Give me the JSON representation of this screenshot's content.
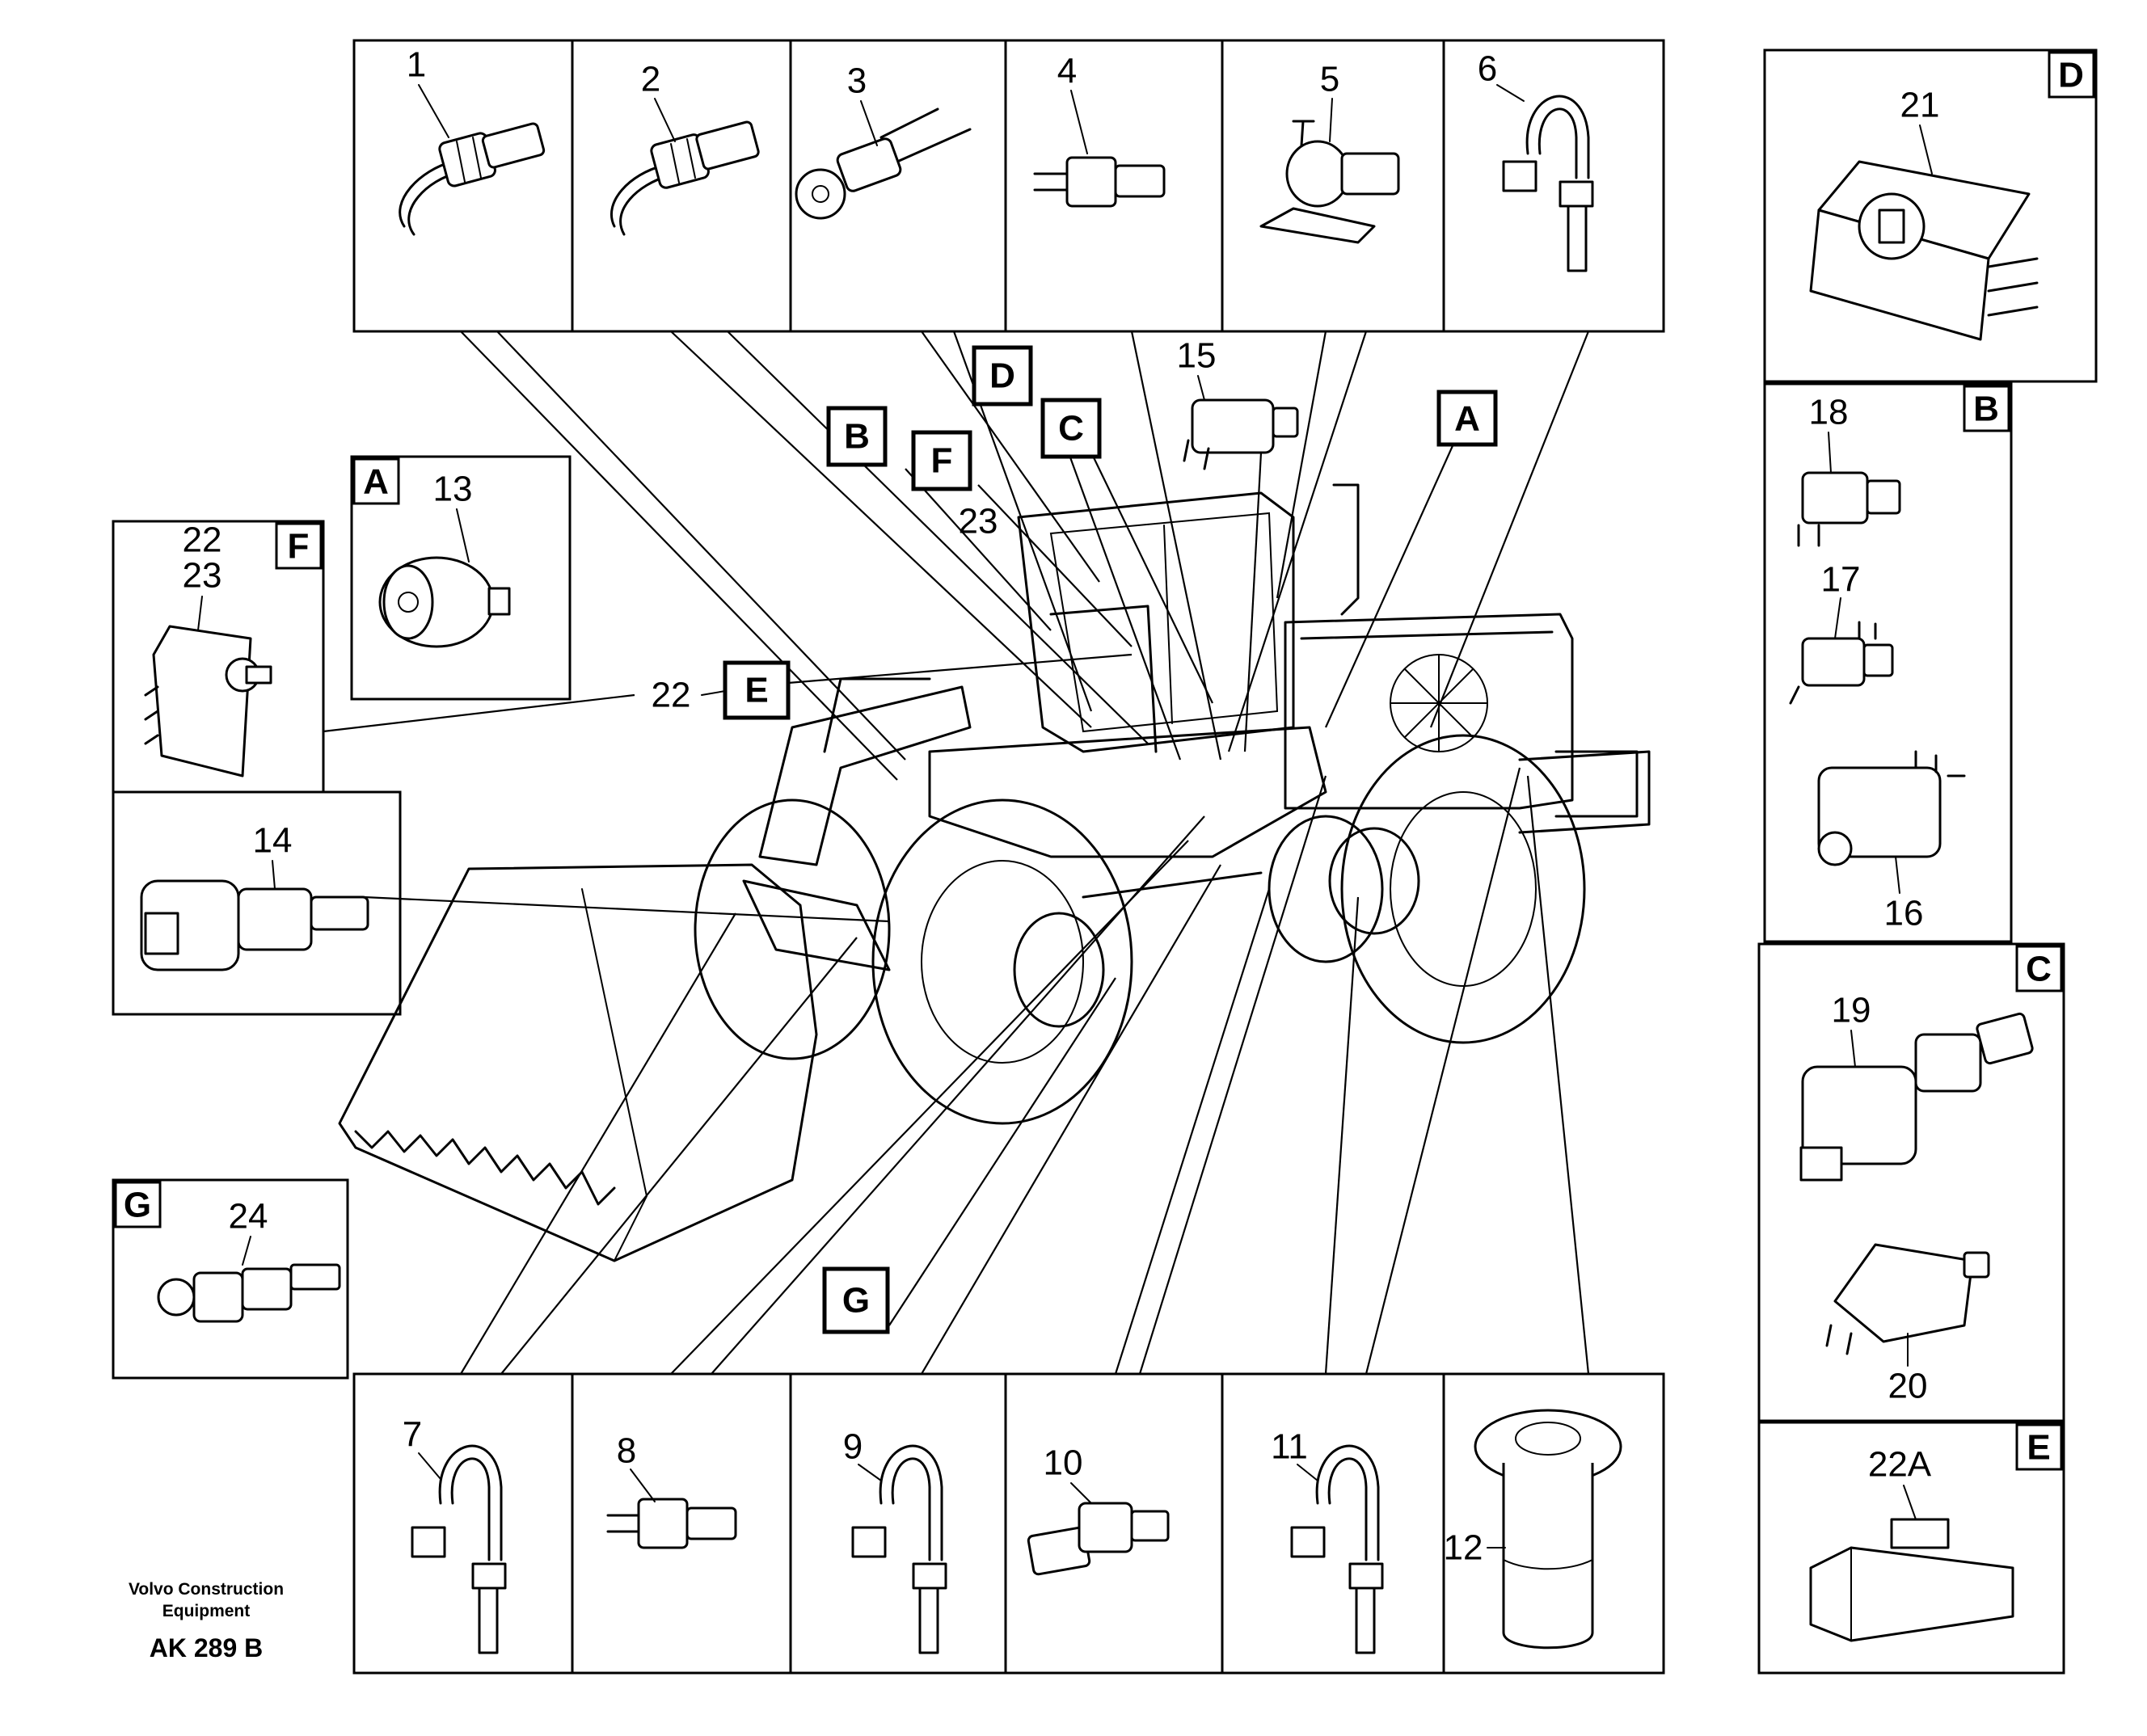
{
  "credit": {
    "line1": "Volvo Construction",
    "line2": "Equipment"
  },
  "drawing_code": "AK 289 B",
  "part_numbers": {
    "p1": "1",
    "p2": "2",
    "p3": "3",
    "p4": "4",
    "p5": "5",
    "p6": "6",
    "p7": "7",
    "p8": "8",
    "p9": "9",
    "p10": "10",
    "p11": "11",
    "p12": "12",
    "p13": "13",
    "p14": "14",
    "p15": "15",
    "p16": "16",
    "p17": "17",
    "p18": "18",
    "p19": "19",
    "p20": "20",
    "p21": "21",
    "p22": "22",
    "p22a": "22A",
    "p23": "23",
    "p24": "24"
  },
  "detail_letters": {
    "A": "A",
    "B": "B",
    "C": "C",
    "D": "D",
    "E": "E",
    "F": "F",
    "G": "G"
  }
}
